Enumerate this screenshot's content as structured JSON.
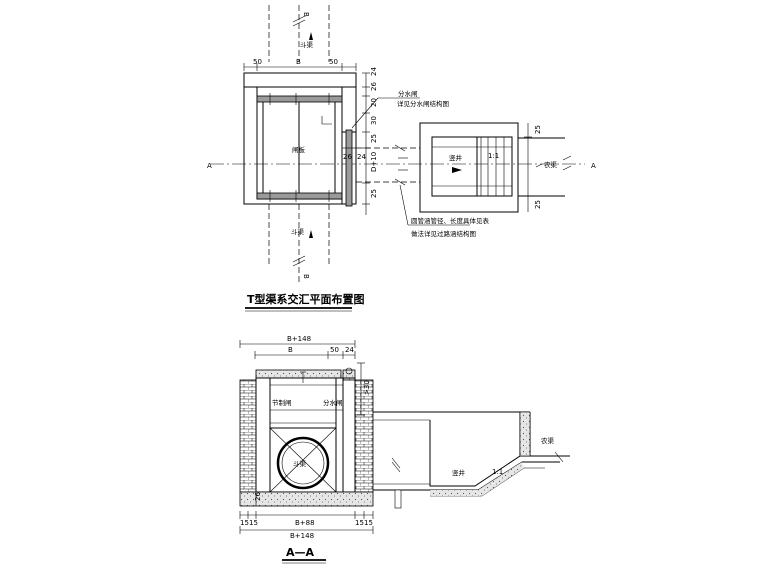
{
  "plan": {
    "title": "T型渠系交汇平面布置图",
    "section_mark": "A",
    "section_mark_right": "A",
    "section_top": "B",
    "section_bottom": "B",
    "dim_left": "50",
    "dim_mid": "B",
    "dim_right": "50",
    "vert_dims": [
      "24",
      "26",
      "20",
      "30",
      "25",
      "D+10",
      "25"
    ],
    "dim_26": "26",
    "dim_24": "24",
    "right_dims": [
      "25",
      "25"
    ],
    "channel_top": "斗渠",
    "channel_bottom": "斗渠",
    "box_label": "闸板",
    "gate_label": "分水闸",
    "gate_note": "详见分水闸结构图",
    "pipe_note": "圆管涵管径、长度具体见表",
    "pipe_note2": "做法详见过路涵结构图",
    "shaft_label": "竖井",
    "slope": "1:1",
    "farm_channel": "农渠"
  },
  "section": {
    "title": "A—A",
    "top_dim_total": "B+148",
    "top_dim_b": "B",
    "top_dim_50": "50",
    "top_dim_24": "24",
    "side_dim": ">30",
    "gate_label_1": "节制闸",
    "gate_label_2": "分水闸",
    "pipe_label": "斗渠",
    "shaft_label": "竖井",
    "slope": "1:1",
    "farm_channel": "农渠",
    "dim_26": "26",
    "dim_15a": "15",
    "dim_15b": "15",
    "dim_15c": "15",
    "dim_15d": "15",
    "dim_b88": "B+88",
    "dim_b148": "B+148"
  }
}
